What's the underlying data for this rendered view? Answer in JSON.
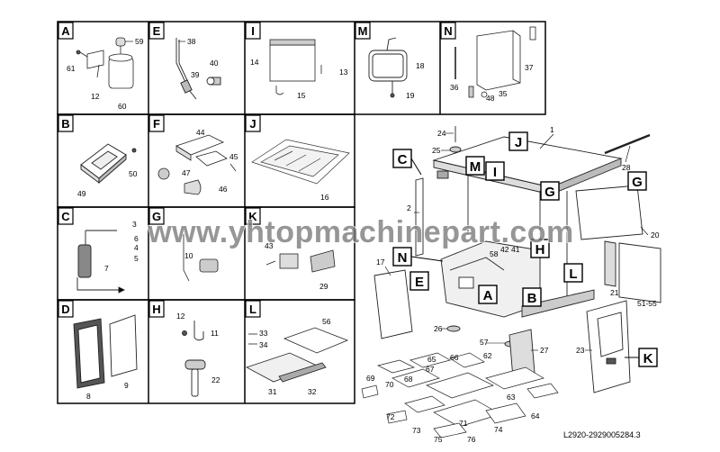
{
  "panels": {
    "A": {
      "letter": "A",
      "parts": [
        "59",
        "61",
        "12",
        "60"
      ]
    },
    "E": {
      "letter": "E",
      "parts": [
        "38",
        "39",
        "40"
      ]
    },
    "I": {
      "letter": "I",
      "parts": [
        "14",
        "13",
        "15"
      ]
    },
    "M": {
      "letter": "M",
      "parts": [
        "18",
        "19"
      ]
    },
    "N": {
      "letter": "N",
      "parts": [
        "37",
        "36",
        "35",
        "48"
      ]
    },
    "B": {
      "letter": "B",
      "parts": [
        "50",
        "49"
      ]
    },
    "F": {
      "letter": "F",
      "parts": [
        "44",
        "45",
        "47",
        "46"
      ]
    },
    "J": {
      "letter": "J",
      "parts": [
        "16"
      ]
    },
    "C": {
      "letter": "C",
      "parts": [
        "3",
        "6",
        "4",
        "5",
        "7"
      ]
    },
    "G": {
      "letter": "G",
      "parts": [
        "10"
      ]
    },
    "K": {
      "letter": "K",
      "parts": [
        "43",
        "29"
      ]
    },
    "D": {
      "letter": "D",
      "parts": [
        "8",
        "9"
      ]
    },
    "H": {
      "letter": "H",
      "parts": [
        "12",
        "11",
        "22"
      ]
    },
    "L": {
      "letter": "L",
      "parts": [
        "33",
        "34",
        "56",
        "31",
        "32"
      ]
    }
  },
  "main_parts": [
    "1",
    "2",
    "24",
    "25",
    "28",
    "17",
    "20",
    "21",
    "51-55",
    "58",
    "42",
    "41",
    "26",
    "57",
    "27",
    "23",
    "66",
    "65",
    "62",
    "67",
    "68",
    "69",
    "70",
    "63",
    "64",
    "72",
    "71",
    "73",
    "74",
    "75",
    "76"
  ],
  "callouts": [
    "C",
    "M",
    "J",
    "I",
    "G",
    "G",
    "N",
    "E",
    "A",
    "B",
    "H",
    "L",
    "K"
  ],
  "watermark": "www.yhtopmachinepart.com",
  "doc_id": "L2920-2929005284.3"
}
